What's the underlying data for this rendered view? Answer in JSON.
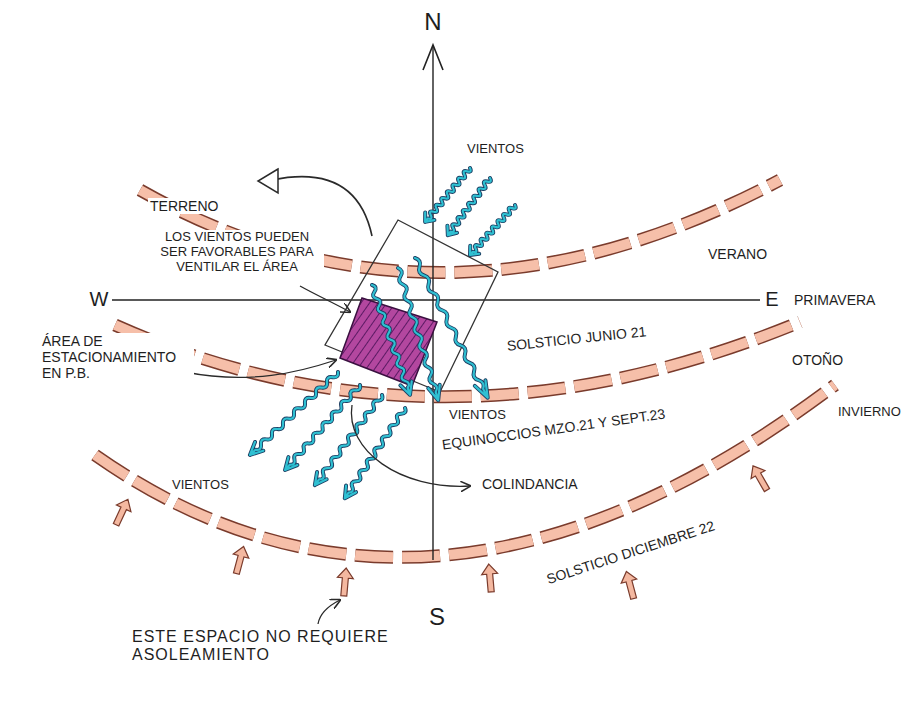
{
  "diagram": {
    "labels": [
      "N",
      "VIENTOS",
      "TERRENO",
      "LOS VIENTOS PUEDEN SER FAVORABLES PARA VENTILAR EL ÁREA",
      "W",
      "VERANO",
      "E",
      "PRIMAVERA",
      "ÁREA DE ESTACIONAMIENTO EN P.B.",
      "SOLSTICIO JUNIO 21",
      "OTOÑO",
      "VIENTOS",
      "INVIERNO",
      "EQUINOCCIOS MZO.21 Y SEPT.23",
      "COLINDANCIA",
      "VIENTOS",
      "SOLSTICIO DICIEMBRE 22",
      "S",
      "ESTE ESPACIO NO REQUIERE ASOLEAMIENTO"
    ]
  }
}
